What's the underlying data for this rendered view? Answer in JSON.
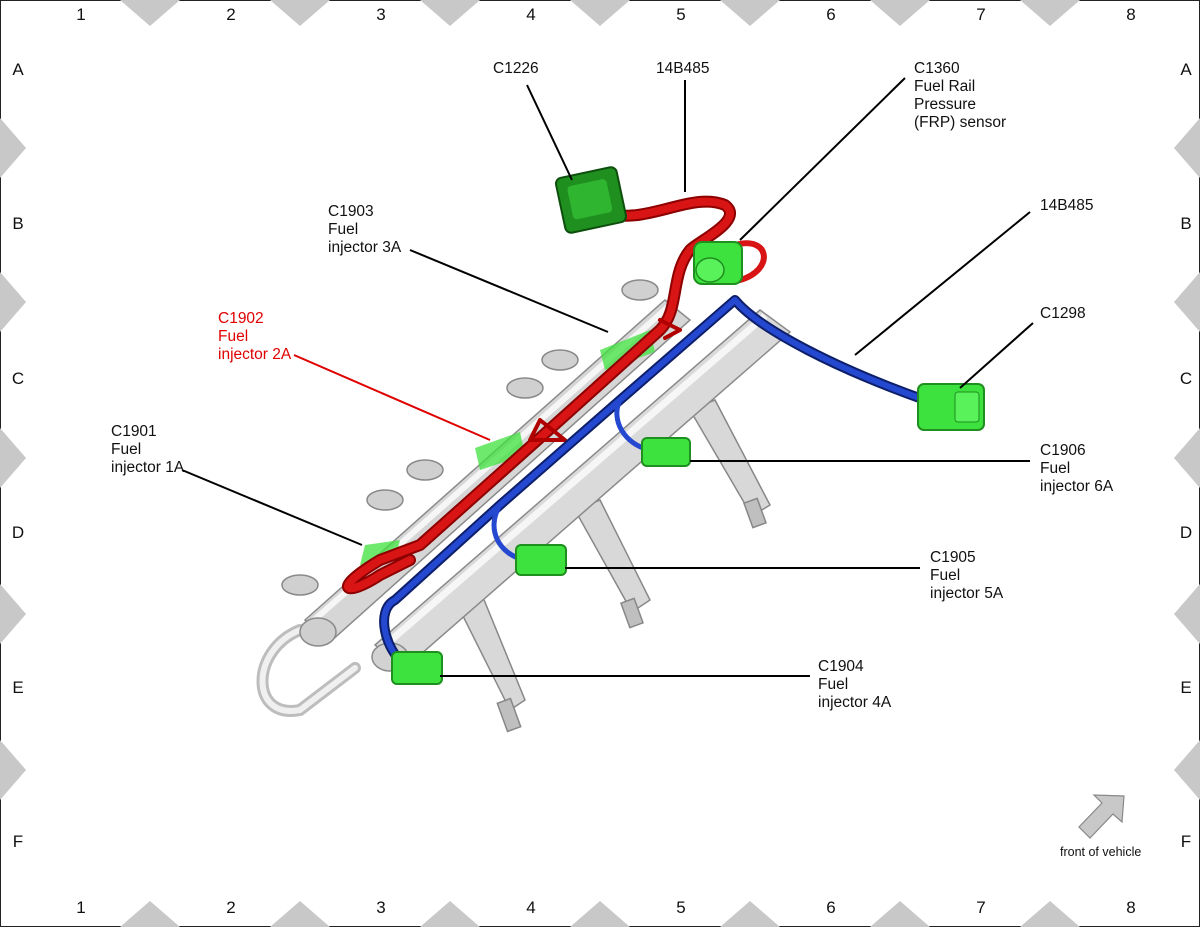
{
  "grid": {
    "columns": [
      "1",
      "2",
      "3",
      "4",
      "5",
      "6",
      "7",
      "8"
    ],
    "rows": [
      "A",
      "B",
      "C",
      "D",
      "E",
      "F"
    ]
  },
  "callouts": {
    "c1226": "C1226",
    "h14b485_top": "14B485",
    "c1360": "C1360\nFuel Rail\nPressure\n(FRP) sensor",
    "c1903": "C1903\nFuel\ninjector 3A",
    "h14b485_right": "14B485",
    "c1902": "C1902\nFuel\ninjector 2A",
    "c1298": "C1298",
    "c1901": "C1901\nFuel\ninjector 1A",
    "c1906": "C1906\nFuel\ninjector 6A",
    "c1905": "C1905\nFuel\ninjector 5A",
    "c1904": "C1904\nFuel\ninjector 4A"
  },
  "orientation": {
    "label": "front of vehicle",
    "icon": "arrow-up-right-icon"
  },
  "colors": {
    "highlight": "#e00000",
    "harness_red": "#d81414",
    "harness_blue": "#1f3fbf",
    "connector_green": "#3ee23e",
    "connector_dark_green": "#1f8f1f",
    "marker_grey": "#c8c8c8"
  }
}
